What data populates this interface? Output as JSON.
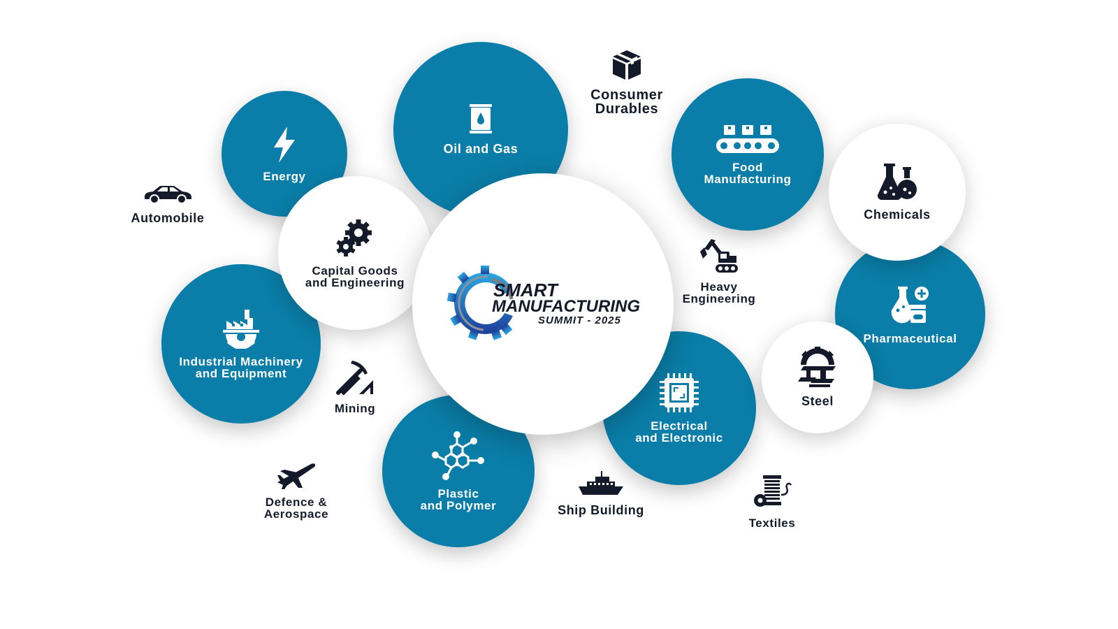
{
  "hub": {
    "line1": "SMART",
    "line2": "MANUFACTURING",
    "line3": "SUMMIT - 2025"
  },
  "colors": {
    "teal": "#0a7ea8",
    "dark": "#151a2b",
    "logo_blue": "#1f4fa8"
  },
  "sectors": {
    "oil_gas": "Oil and Gas",
    "energy": "Energy",
    "consumer_durables": "Consumer\nDurables",
    "food_manufacturing": "Food\nManufacturing",
    "chemicals": "Chemicals",
    "automobile": "Automobile",
    "capital_goods": "Capital Goods\nand Engineering",
    "heavy_engineering": "Heavy\nEngineering",
    "pharmaceutical": "Pharmaceutical",
    "industrial_machinery": "Industrial Machinery\nand Equipment",
    "steel": "Steel",
    "mining": "Mining",
    "electrical": "Electrical\nand Electronic",
    "plastic": "Plastic\nand Polymer",
    "defence": "Defence &\nAerospace",
    "ship_building": "Ship Building",
    "textiles": "Textiles"
  },
  "icons": {
    "oil_gas": "oil-barrel-icon",
    "energy": "lightning-bolt-icon",
    "consumer_durables": "box-icon",
    "food_manufacturing": "conveyor-belt-icon",
    "chemicals": "flask-icon",
    "automobile": "car-icon",
    "capital_goods": "gears-icon",
    "heavy_engineering": "excavator-icon",
    "pharmaceutical": "pharma-flask-icon",
    "industrial_machinery": "factory-gear-icon",
    "steel": "steel-beam-icon",
    "mining": "pickaxe-icon",
    "electrical": "microchip-icon",
    "plastic": "molecule-icon",
    "defence": "jet-icon",
    "ship_building": "ship-icon",
    "textiles": "textile-spool-icon"
  }
}
